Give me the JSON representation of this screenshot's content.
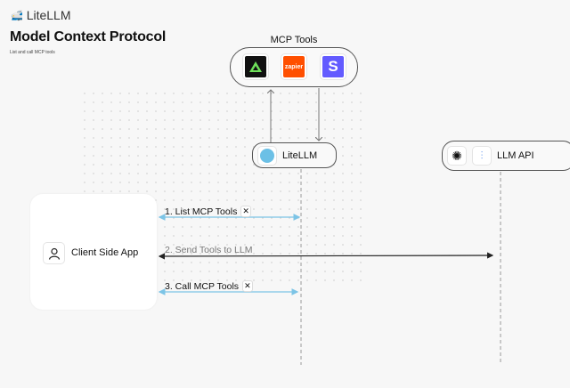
{
  "brand": {
    "name": "LiteLLM"
  },
  "header": {
    "title": "Model Context Protocol",
    "subtitle": "List and call MCP tools"
  },
  "mcp": {
    "label": "MCP Tools",
    "tools": [
      {
        "name": "tool-a-icon",
        "color": "#111111"
      },
      {
        "name": "zapier",
        "text": "zapier",
        "color": "#ff4f00"
      },
      {
        "name": "stripe",
        "text": "S",
        "color": "#635bff"
      }
    ]
  },
  "nodes": {
    "litellm": "LiteLLM",
    "llm_api": "LLM API",
    "client": "Client Side App"
  },
  "steps": [
    {
      "label": "1. List MCP Tools",
      "icon": "tools-icon"
    },
    {
      "label": "2. Send Tools to LLM"
    },
    {
      "label": "3. Call MCP Tools",
      "icon": "tools-icon"
    }
  ],
  "colors": {
    "blue_arrow": "#7cc4e6",
    "black_arrow": "#222222"
  }
}
